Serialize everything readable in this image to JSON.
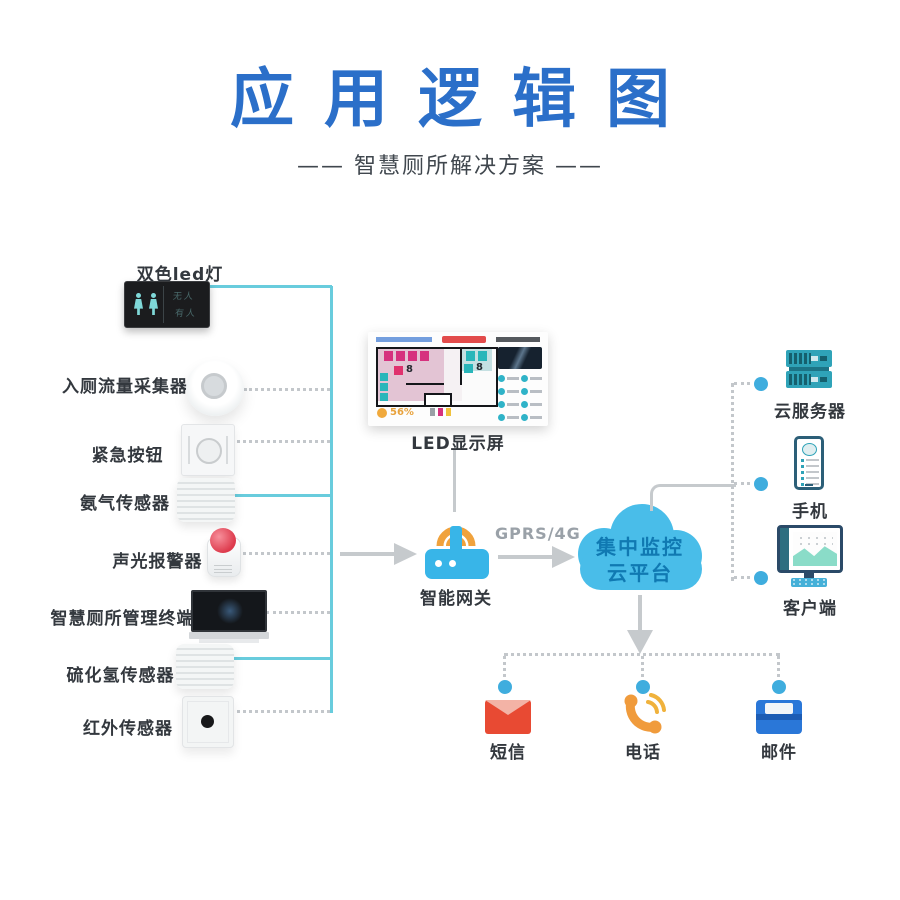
{
  "header": {
    "title": "应用逻辑图",
    "subtitle": "—— 智慧厕所解决方案 ——"
  },
  "left_devices": [
    {
      "label": "双色led灯"
    },
    {
      "label": "入厕流量采集器"
    },
    {
      "label": "紧急按钮"
    },
    {
      "label": "氨气传感器"
    },
    {
      "label": "声光报警器"
    },
    {
      "label": "智慧厕所管理终端"
    },
    {
      "label": "硫化氢传感器"
    },
    {
      "label": "红外传感器"
    }
  ],
  "led_panel": {
    "texts": [
      "无人",
      "有人"
    ]
  },
  "led_screen": {
    "label": "LED显示屏",
    "female_count": "8",
    "male_count": "8",
    "percent": "56%"
  },
  "gateway": {
    "label": "智能网关"
  },
  "link": {
    "label": "GPRS/4G"
  },
  "cloud": {
    "line1": "集中监控",
    "line2": "云平台"
  },
  "right_devices": [
    {
      "label": "云服务器"
    },
    {
      "label": "手机"
    },
    {
      "label": "客户端"
    }
  ],
  "channels": [
    {
      "label": "短信"
    },
    {
      "label": "电话"
    },
    {
      "label": "邮件"
    }
  ],
  "colors": {
    "title_blue": "#2b6fc9",
    "line_cyan": "#68ccdd",
    "line_gray": "#c6cacd",
    "node_blue": "#3fadde",
    "cloud_blue": "#49bde9",
    "cloud_text": "#1079b2",
    "wifi_orange": "#f0a23c"
  }
}
